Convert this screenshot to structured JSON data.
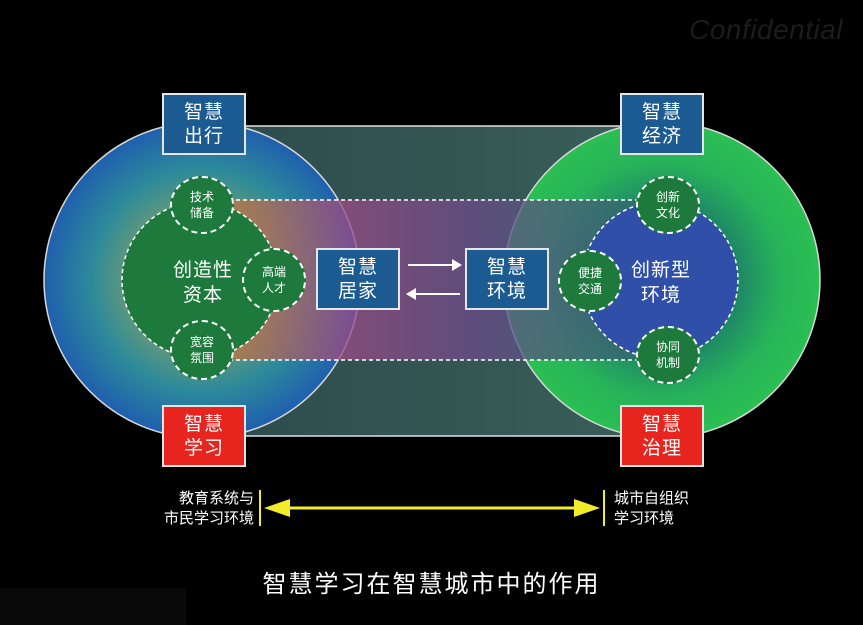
{
  "watermark": "Confidential",
  "left_cluster": {
    "top_box": [
      "智慧",
      "出行"
    ],
    "bottom_box": [
      "智慧",
      "学习"
    ],
    "core": [
      "创造性",
      "资本"
    ],
    "nodes": [
      [
        "技术",
        "储备"
      ],
      [
        "高端",
        "人才"
      ],
      [
        "宽容",
        "氛围"
      ]
    ]
  },
  "right_cluster": {
    "top_box": [
      "智慧",
      "经济"
    ],
    "bottom_box": [
      "智慧",
      "治理"
    ],
    "core": [
      "创新型",
      "环境"
    ],
    "nodes": [
      [
        "创新",
        "文化"
      ],
      [
        "便捷",
        "交通"
      ],
      [
        "协同",
        "机制"
      ]
    ]
  },
  "center": {
    "left_box": [
      "智慧",
      "居家"
    ],
    "right_box": [
      "智慧",
      "环境"
    ]
  },
  "spectrum": {
    "left_label": [
      "教育系统与",
      "市民学习环境"
    ],
    "right_label": [
      "城市自组织",
      "学习环境"
    ]
  },
  "caption": "智慧学习在智慧城市中的作用",
  "colors": {
    "blue_box": "#1c5a92",
    "red_box": "#e8241e",
    "green_core": "#1d7a3c",
    "blue_core": "#2f4fa8",
    "arrow": "#f2ec2a"
  }
}
